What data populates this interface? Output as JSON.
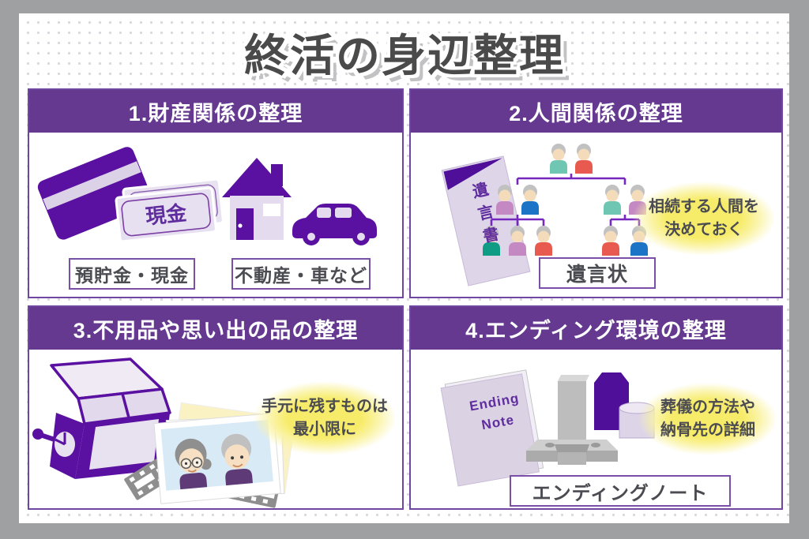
{
  "title": "終活の身辺整理",
  "colors": {
    "frame_gray": "#9EA0A2",
    "header_purple": "#64398F",
    "icon_purple": "#5A10A0",
    "border_purple": "#7A4FA8",
    "highlight_yellow": "#F7EC6A",
    "text_dark": "#4B4B52"
  },
  "panel1": {
    "heading": "1.財産関係の整理",
    "cash_label": "現金",
    "label_left": "預貯金・現金",
    "label_right": "不動産・車など"
  },
  "panel2": {
    "heading": "2.人間関係の整理",
    "will_text": "遺言書",
    "bubble_line1": "相続する人間を",
    "bubble_line2": "決めておく",
    "label": "遺言状"
  },
  "panel3": {
    "heading": "3.不用品や思い出の品の整理",
    "bubble_line1": "手元に残すものは",
    "bubble_line2": "最小限に"
  },
  "panel4": {
    "heading": "4.エンディング環境の整理",
    "book_line1": "Ending",
    "book_line2": "Note",
    "bubble_line1": "葬儀の方法や",
    "bubble_line2": "納骨先の詳細",
    "label": "エンディングノート"
  }
}
